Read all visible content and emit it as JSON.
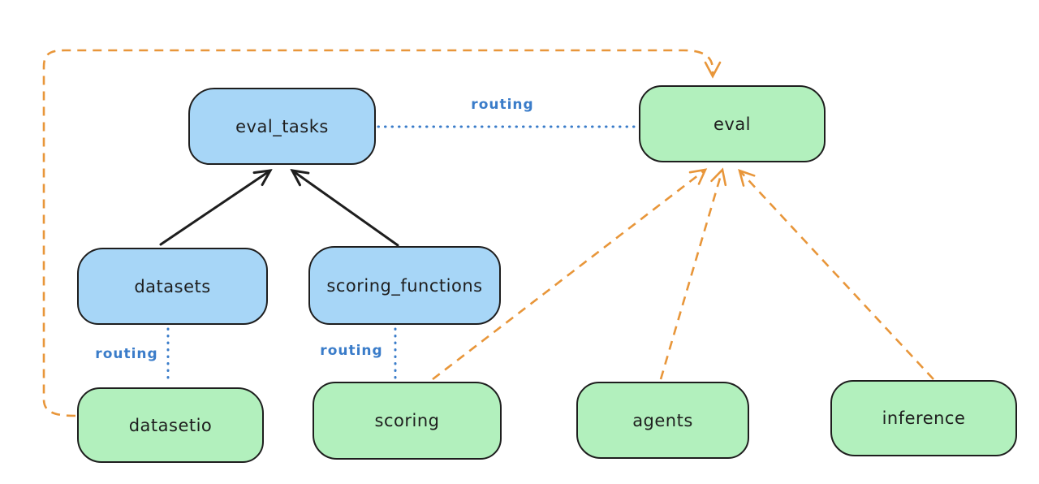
{
  "diagram": {
    "description": "Routing diagram connecting registry resources to APIs",
    "colors": {
      "canvas_bg": "#ffffff",
      "blue_fill": "#a7d6f7",
      "green_fill": "#b2f0bd",
      "stroke": "#1e1e1e",
      "orange": "#e8963a",
      "blue_line": "#3a7cc9"
    },
    "nodes": [
      {
        "id": "eval_tasks",
        "label": "eval_tasks",
        "fill": "blue"
      },
      {
        "id": "eval",
        "label": "eval",
        "fill": "green"
      },
      {
        "id": "datasets",
        "label": "datasets",
        "fill": "blue"
      },
      {
        "id": "scoring_functions",
        "label": "scoring_functions",
        "fill": "blue"
      },
      {
        "id": "datasetio",
        "label": "datasetio",
        "fill": "green"
      },
      {
        "id": "scoring",
        "label": "scoring",
        "fill": "green"
      },
      {
        "id": "agents",
        "label": "agents",
        "fill": "green"
      },
      {
        "id": "inference",
        "label": "inference",
        "fill": "green"
      }
    ],
    "edges": [
      {
        "from": "datasets",
        "to": "eval_tasks",
        "style": "solid-black-arrow"
      },
      {
        "from": "scoring_functions",
        "to": "eval_tasks",
        "style": "solid-black-arrow"
      },
      {
        "from": "eval_tasks",
        "to": "eval",
        "style": "dotted-blue",
        "label": "routing"
      },
      {
        "from": "datasets",
        "to": "datasetio",
        "style": "dotted-blue",
        "label": "routing"
      },
      {
        "from": "scoring_functions",
        "to": "scoring",
        "style": "dotted-blue",
        "label": "routing"
      },
      {
        "from": "datasetio",
        "to": "eval",
        "style": "dashed-orange-arrow"
      },
      {
        "from": "scoring",
        "to": "eval",
        "style": "dashed-orange-arrow"
      },
      {
        "from": "agents",
        "to": "eval",
        "style": "dashed-orange-arrow"
      },
      {
        "from": "inference",
        "to": "eval",
        "style": "dashed-orange-arrow"
      }
    ],
    "edge_labels": [
      {
        "text": "routing"
      },
      {
        "text": "routing"
      },
      {
        "text": "routing"
      }
    ]
  }
}
